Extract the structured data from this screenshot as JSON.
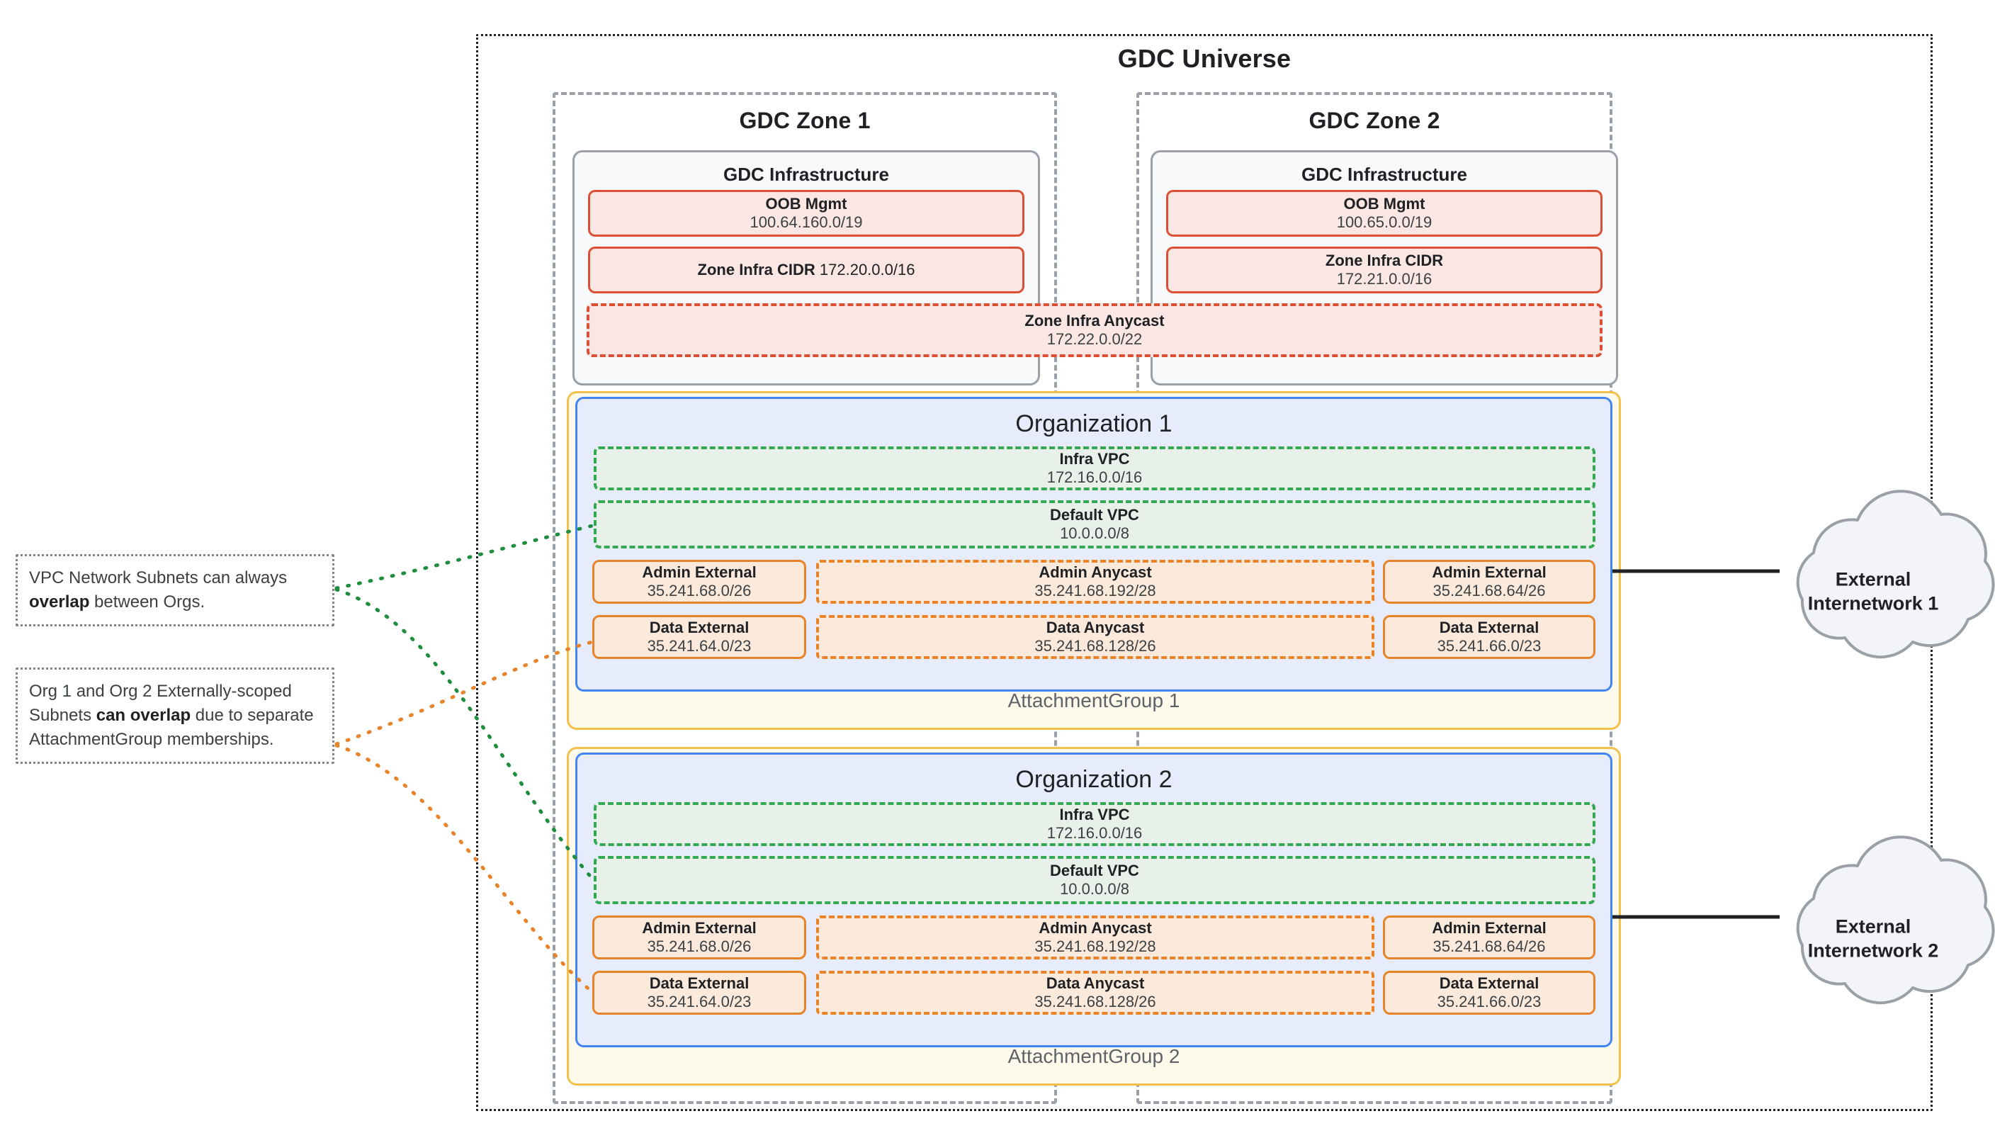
{
  "universe": {
    "title": "GDC Universe"
  },
  "zones": [
    {
      "title": "GDC Zone 1",
      "infra": {
        "title": "GDC Infrastructure",
        "oob": {
          "label": "OOB Mgmt",
          "cidr": "100.64.160.0/19"
        },
        "zone_infra_cidr": {
          "label": "Zone Infra CIDR",
          "cidr": "172.20.0.0/16",
          "inline": true
        }
      }
    },
    {
      "title": "GDC Zone 2",
      "infra": {
        "title": "GDC Infrastructure",
        "oob": {
          "label": "OOB Mgmt",
          "cidr": "100.65.0.0/19"
        },
        "zone_infra_cidr": {
          "label": "Zone Infra CIDR",
          "cidr": "172.21.0.0/16",
          "inline": false
        }
      }
    }
  ],
  "zone_infra_anycast": {
    "label": "Zone Infra Anycast",
    "cidr": "172.22.0.0/22"
  },
  "attachment_groups": [
    {
      "label": "AttachmentGroup 1"
    },
    {
      "label": "AttachmentGroup 2"
    }
  ],
  "organizations": [
    {
      "title": "Organization 1",
      "infra_vpc": {
        "label": "Infra VPC",
        "cidr": "172.16.0.0/16"
      },
      "default_vpc": {
        "label": "Default VPC",
        "cidr": "10.0.0.0/8"
      },
      "admin_external_left": {
        "label": "Admin External",
        "cidr": "35.241.68.0/26"
      },
      "admin_anycast": {
        "label": "Admin Anycast",
        "cidr": "35.241.68.192/28"
      },
      "admin_external_right": {
        "label": "Admin External",
        "cidr": "35.241.68.64/26"
      },
      "data_external_left": {
        "label": "Data External",
        "cidr": "35.241.64.0/23"
      },
      "data_anycast": {
        "label": "Data Anycast",
        "cidr": "35.241.68.128/26"
      },
      "data_external_right": {
        "label": "Data External",
        "cidr": "35.241.66.0/23"
      }
    },
    {
      "title": "Organization 2",
      "infra_vpc": {
        "label": "Infra VPC",
        "cidr": "172.16.0.0/16"
      },
      "default_vpc": {
        "label": "Default VPC",
        "cidr": "10.0.0.0/8"
      },
      "admin_external_left": {
        "label": "Admin External",
        "cidr": "35.241.68.0/26"
      },
      "admin_anycast": {
        "label": "Admin Anycast",
        "cidr": "35.241.68.192/28"
      },
      "admin_external_right": {
        "label": "Admin External",
        "cidr": "35.241.68.64/26"
      },
      "data_external_left": {
        "label": "Data External",
        "cidr": "35.241.64.0/23"
      },
      "data_anycast": {
        "label": "Data Anycast",
        "cidr": "35.241.68.128/26"
      },
      "data_external_right": {
        "label": "Data External",
        "cidr": "35.241.66.0/23"
      }
    }
  ],
  "notes": [
    {
      "id": "vpc-overlap-note",
      "prefix": "VPC Network Subnets can always ",
      "bold": "overlap",
      "suffix": " between Orgs."
    },
    {
      "id": "external-overlap-note",
      "prefix": "Org 1 and Org 2 Externally-scoped Subnets ",
      "bold": "can overlap",
      "suffix": " due to separate AttachmentGroup memberships."
    }
  ],
  "clouds": [
    {
      "line1": "External",
      "line2": "Internetwork 1"
    },
    {
      "line1": "External",
      "line2": "Internetwork 2"
    }
  ],
  "colors": {
    "universe_border": "#202124",
    "zone_border": "#9aa0a6",
    "infra_border": "#9aa0a6",
    "infra_fill": "#f7f9fa",
    "red_border": "#DB4F35",
    "red_fill": "#FAE7E3",
    "attachment_border": "#F3C14B",
    "attachment_fill": "#FDFAEC",
    "org_border": "#4285F4",
    "org_fill": "#E6ECFB",
    "vpc_border": "#34A853",
    "vpc_fill": "#E7F1E9",
    "subnet_border": "#E8832A",
    "subnet_fill": "#FBEADC",
    "note_border": "#80868b",
    "cloud_border": "#9aa0a6",
    "cloud_fill": "#f2f4f7"
  }
}
